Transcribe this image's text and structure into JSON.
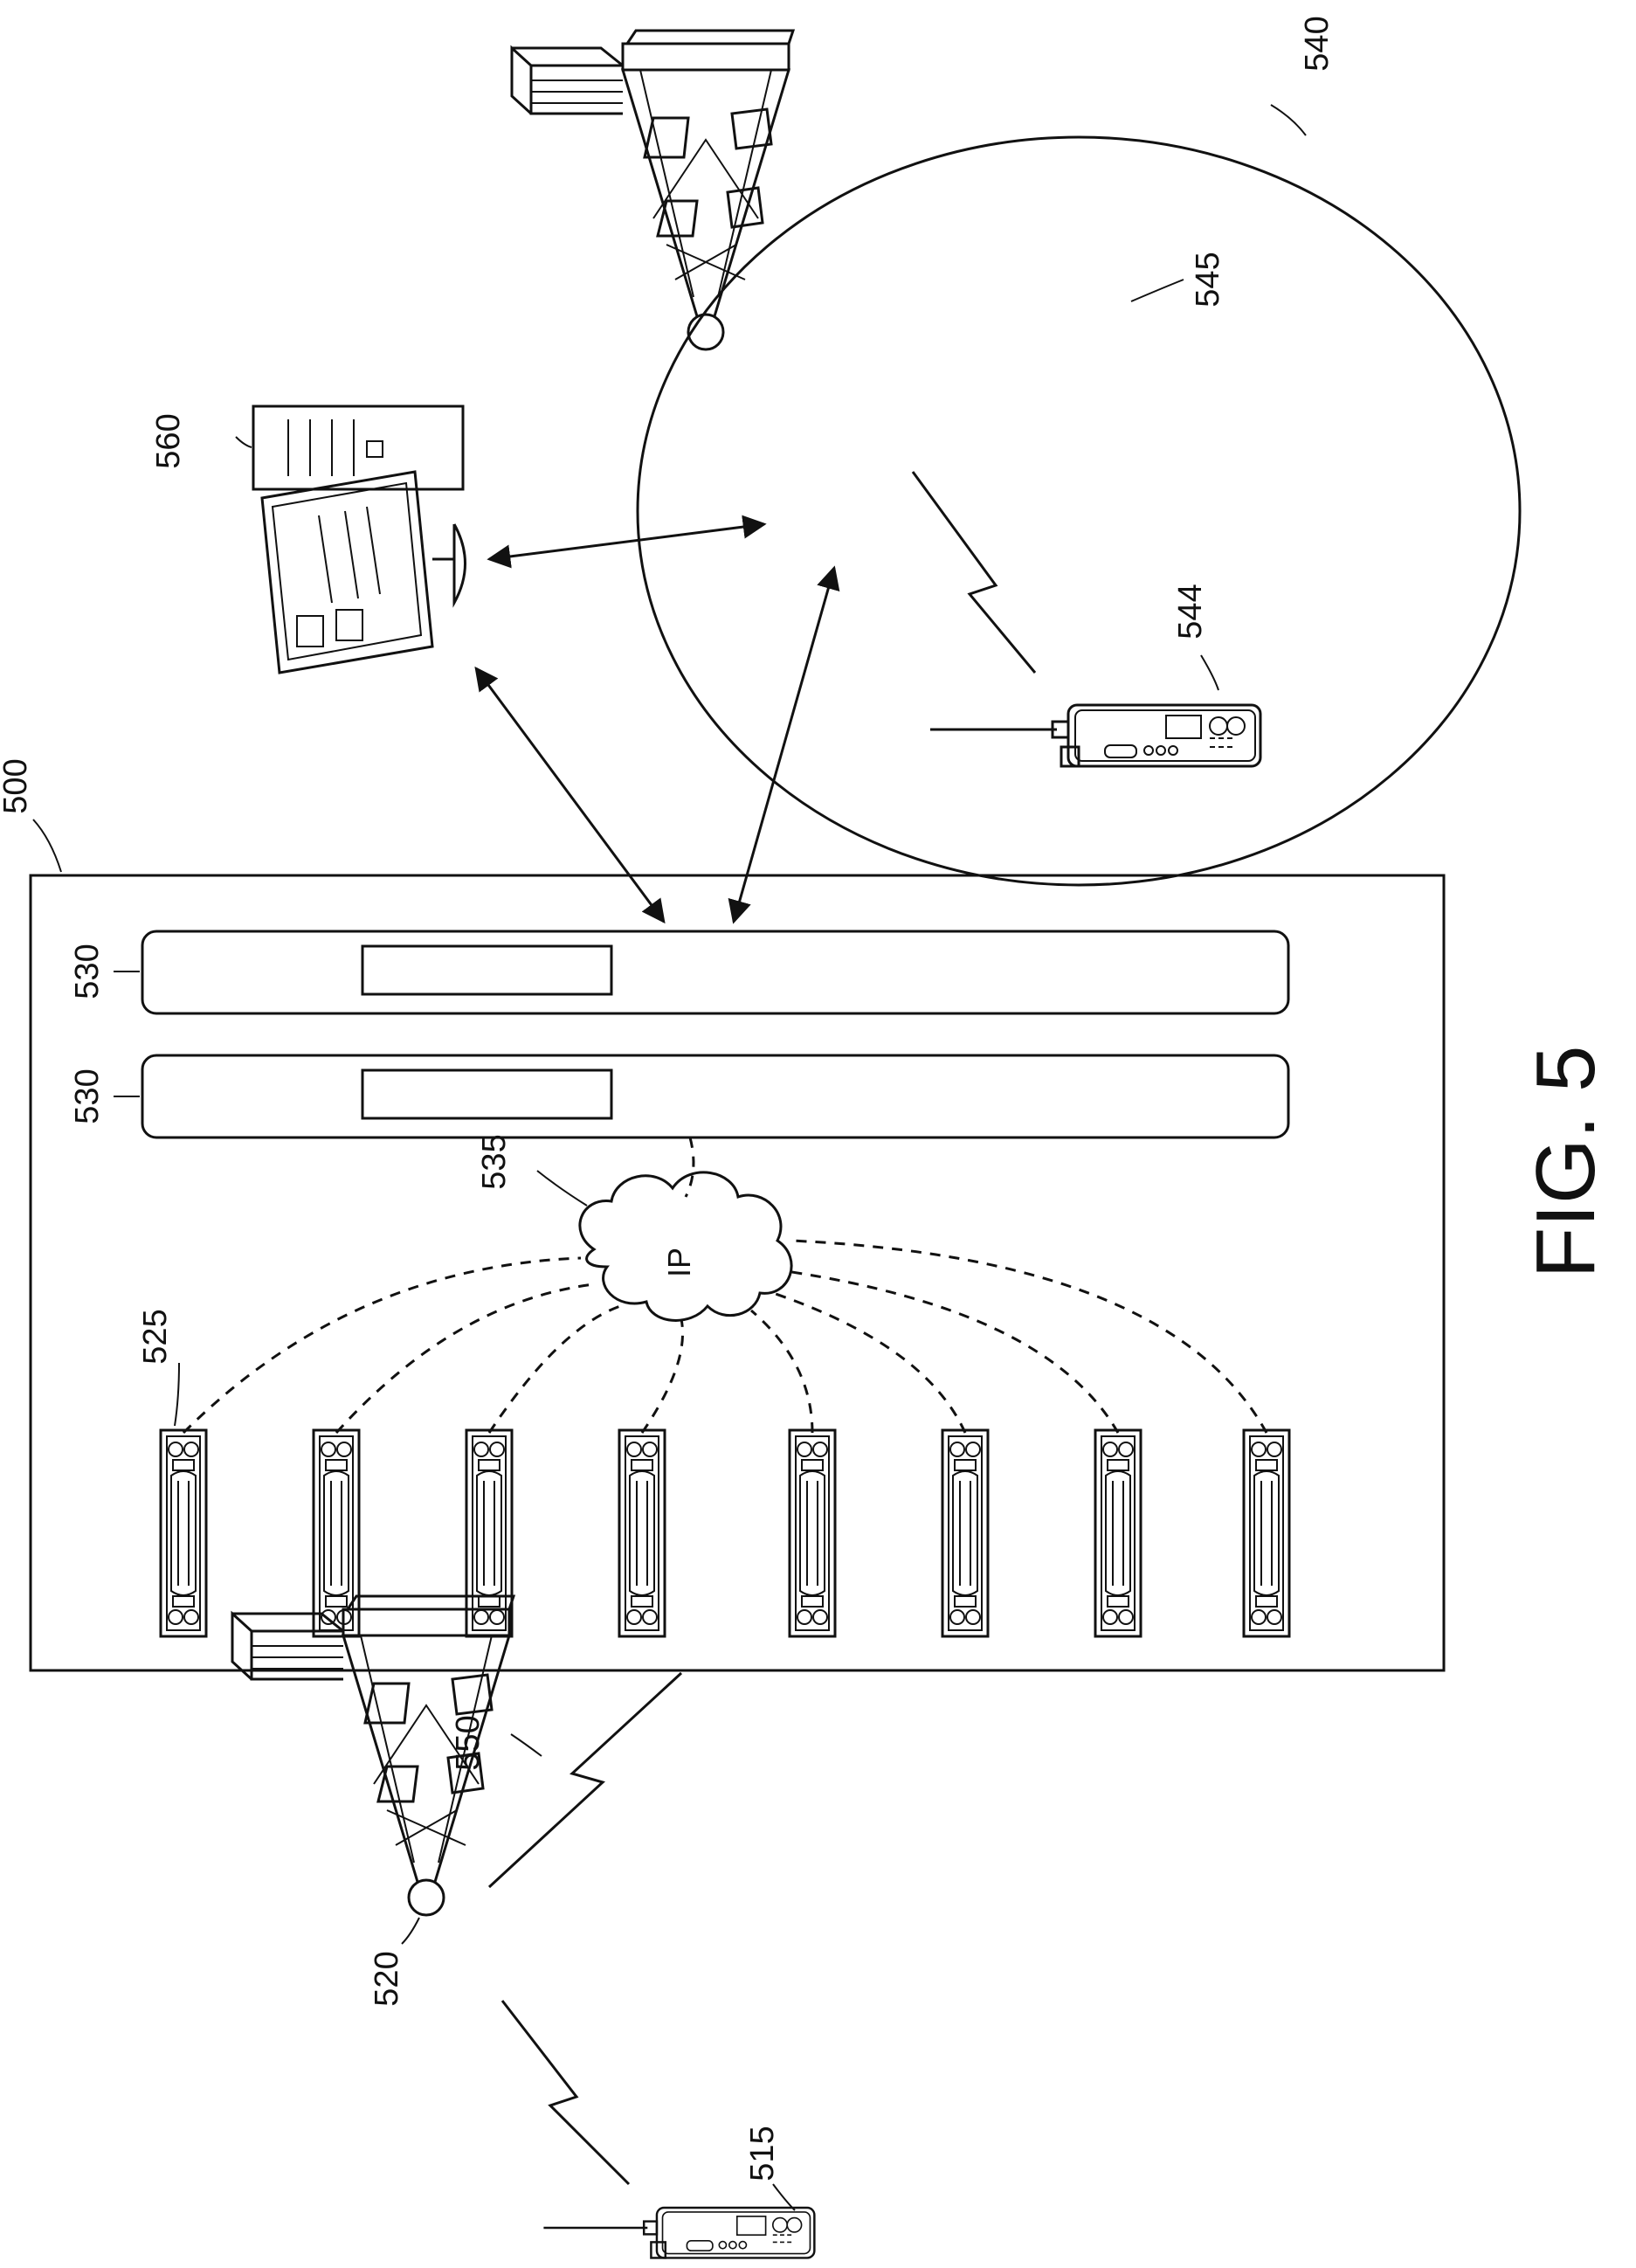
{
  "figure": {
    "caption": "FIG. 5",
    "colors": {
      "ink": "#111111",
      "paper": "#ffffff"
    }
  },
  "labels": {
    "system": "500",
    "subscriber_radio": "515",
    "base_tower": "520",
    "console_unit": "525",
    "server_top": "530",
    "server_bottom": "530",
    "ip_network_ref": "535",
    "ip_network_text": "IP",
    "coverage_area": "540",
    "remote_radio": "544",
    "remote_tower": "545",
    "wireless_link": "550",
    "workstation": "560"
  },
  "icons": [
    "ip-cloud-icon",
    "radio-tower-icon",
    "handheld-radio-icon",
    "dispatch-console-icon",
    "workstation-icon",
    "lightning-link-icon",
    "server-rack-icon"
  ]
}
